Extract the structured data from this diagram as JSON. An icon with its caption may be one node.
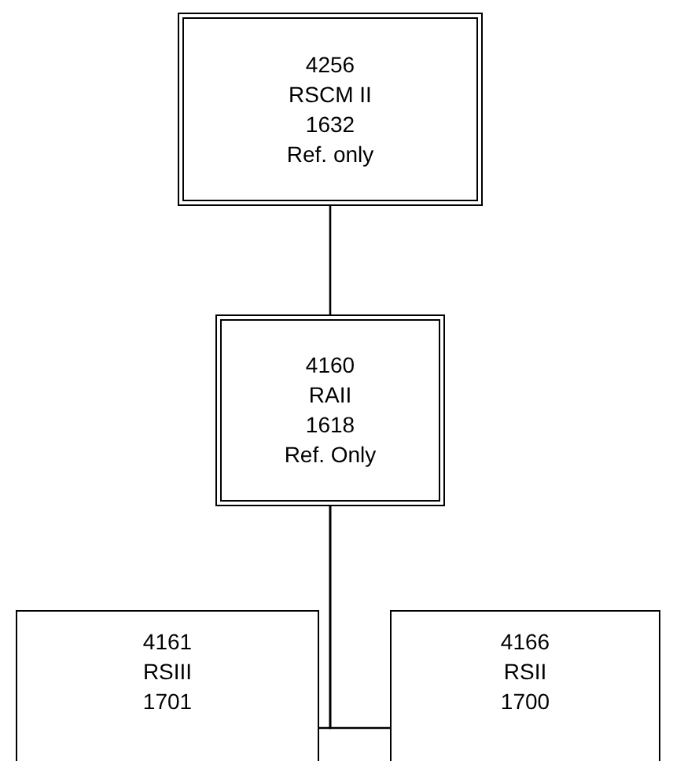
{
  "diagram": {
    "nodes": [
      {
        "text": [
          "4256",
          "RSCM II",
          "1632",
          "Ref. only"
        ]
      },
      {
        "text": [
          "4160",
          "RAII",
          "1618",
          "Ref. Only"
        ]
      },
      {
        "text": [
          "4161",
          "RSIII",
          "1701"
        ]
      },
      {
        "text": [
          "4166",
          "RSII",
          "1700"
        ]
      }
    ],
    "edges": [
      {
        "from": 0,
        "to": 1,
        "arrow": "none"
      },
      {
        "from": 1,
        "to": 2,
        "arrow": "none"
      },
      {
        "from": 1,
        "to": 3,
        "arrow": "none"
      }
    ]
  }
}
